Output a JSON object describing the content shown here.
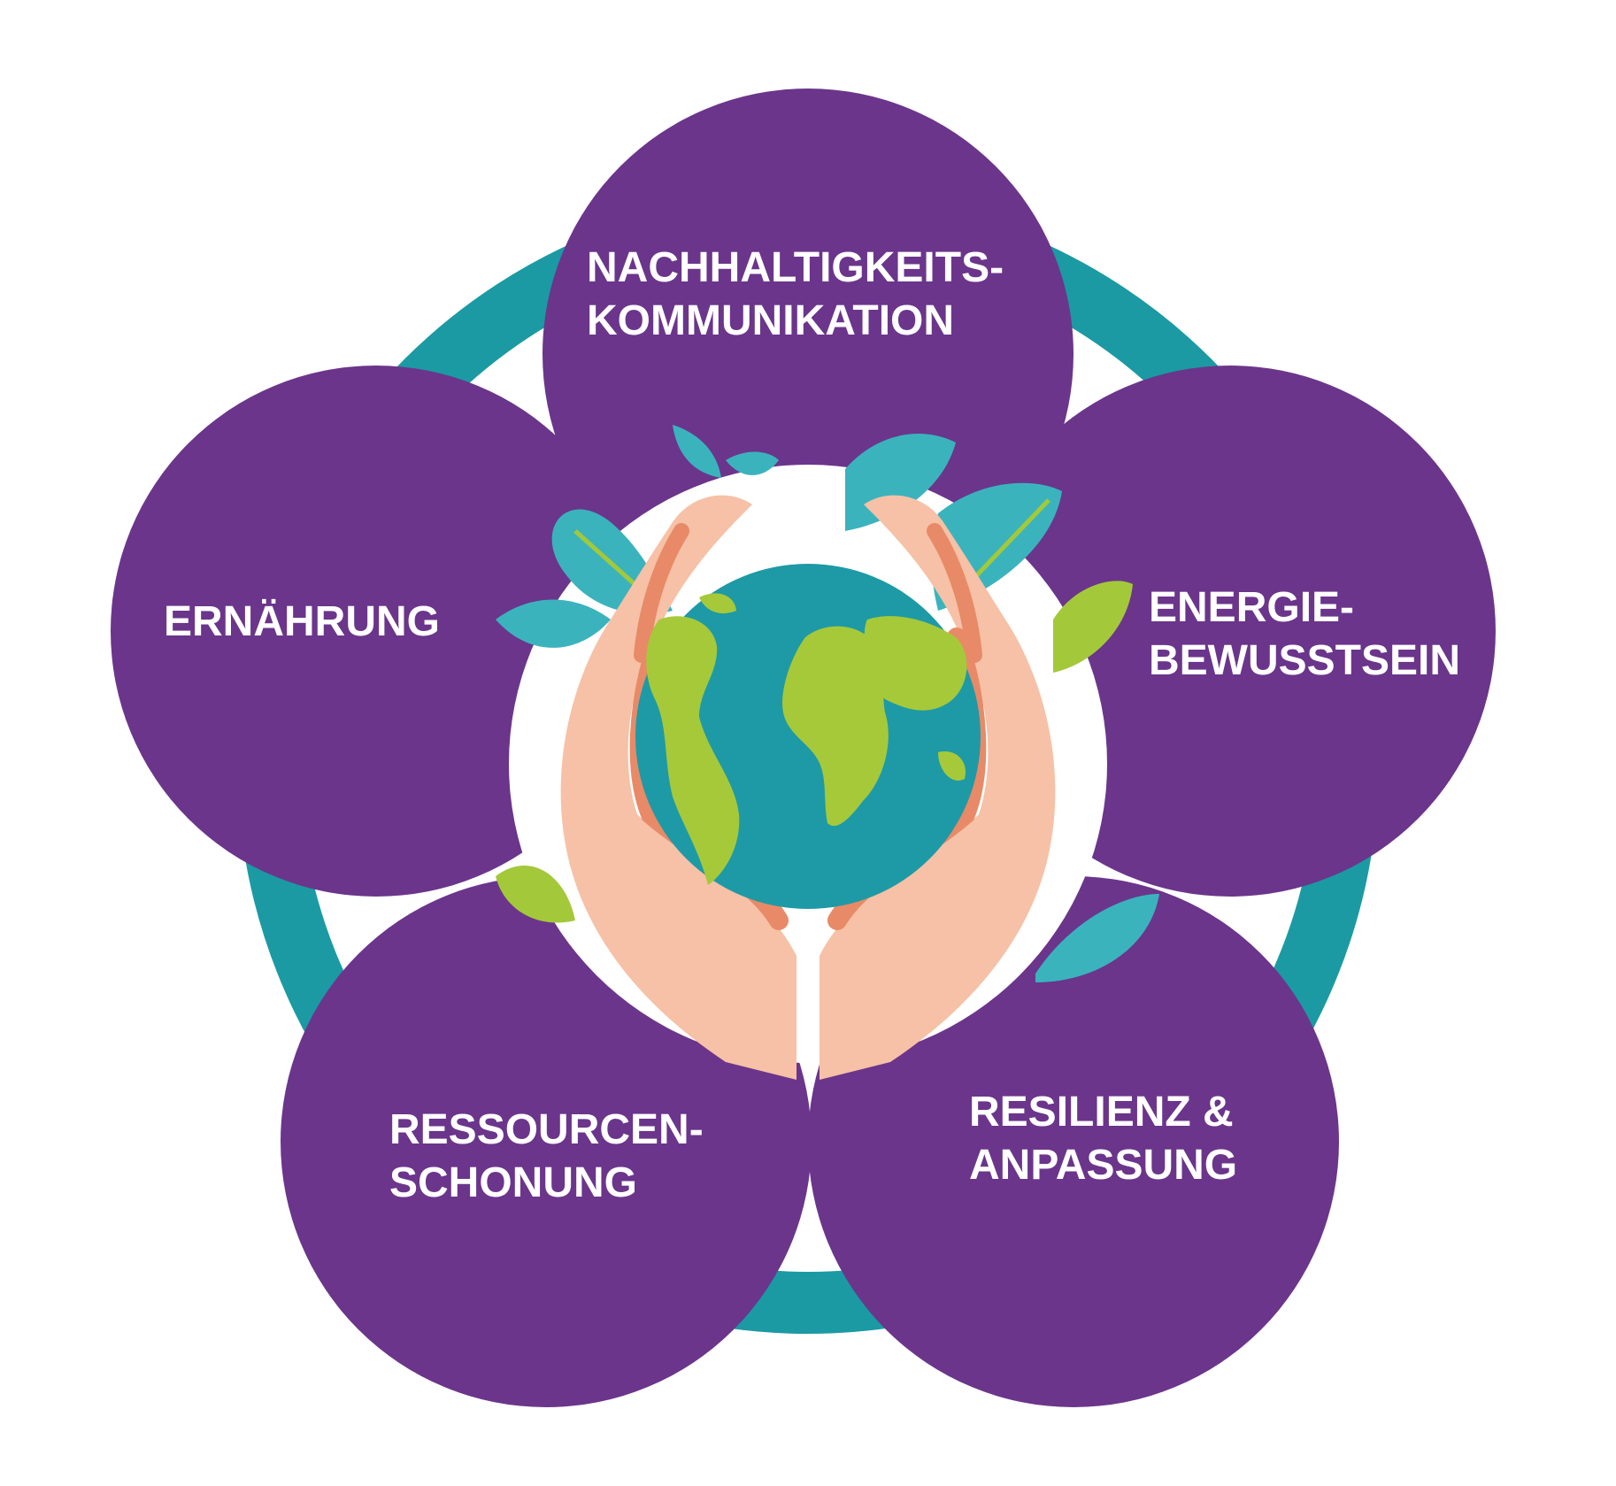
{
  "colors": {
    "purple": "#6b358b",
    "teal": "#1b9aa3",
    "leaf_teal": "#3bb3bd",
    "leaf_green": "#a3c93a",
    "globe_ocean": "#1e9aa6",
    "globe_land": "#a6c93a",
    "hand_skin": "#f6c1a6",
    "hand_shadow": "#e88a67"
  },
  "icons": {
    "center": "hands-holding-globe-icon"
  },
  "circles": [
    {
      "name": "nachhaltigkeitskommunikation",
      "lines": [
        "NACHHALTIGKEITS-",
        "KOMMUNIKATION"
      ]
    },
    {
      "name": "energiebewusstsein",
      "lines": [
        "ENERGIE-",
        "BEWUSSTSEIN"
      ]
    },
    {
      "name": "resilienz-anpassung",
      "lines": [
        "RESILIENZ &",
        "ANPASSUNG"
      ]
    },
    {
      "name": "ressourcenschonung",
      "lines": [
        "RESSOURCEN-",
        "SCHONUNG"
      ]
    },
    {
      "name": "ernaehrung",
      "lines": [
        "ERNÄHRUNG"
      ]
    }
  ]
}
